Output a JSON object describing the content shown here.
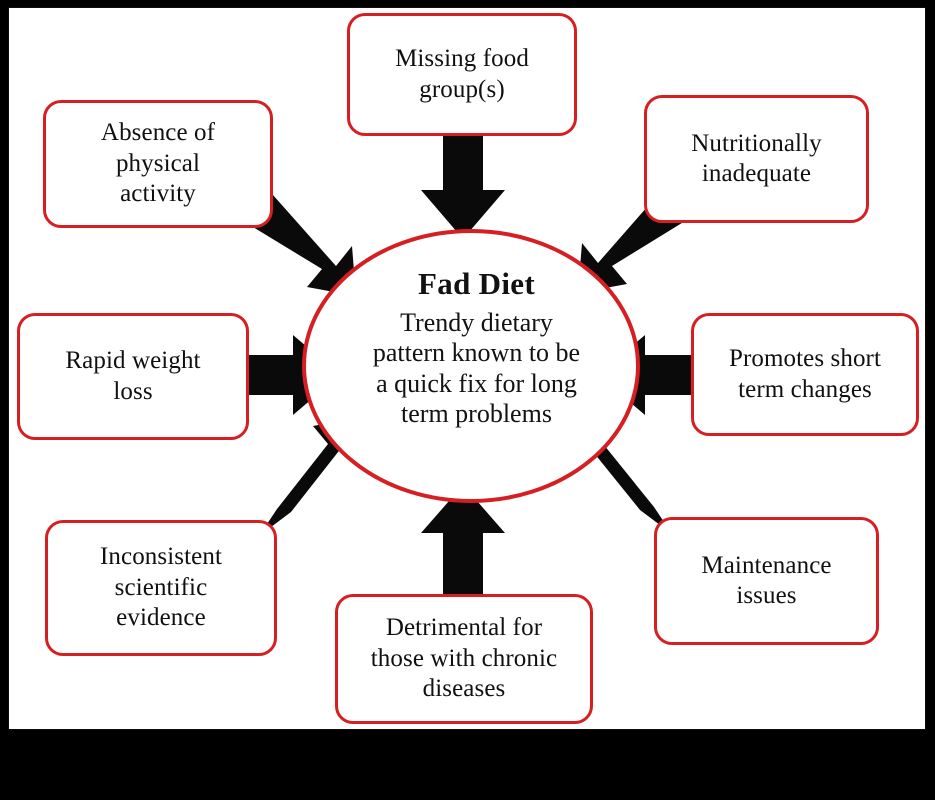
{
  "figure": {
    "type": "hub-and-spoke-diagram",
    "frame_color": "#000000",
    "plate_color": "#ffffff",
    "accent_color": "#d61f22",
    "arrow_color": "#000000",
    "text_color": "#101010"
  },
  "center": {
    "shape": "ellipse",
    "title": "Fad Diet",
    "description": "Trendy dietary\npattern known to be\na quick fix for long\nterm problems"
  },
  "nodes": [
    {
      "id": "missing-food-group",
      "label": "Missing food\ngroup(s)",
      "position": "top-center",
      "arrow": "down"
    },
    {
      "id": "absence-activity",
      "label": "Absence of\nphysical\nactivity",
      "position": "top-left",
      "arrow": "down-right"
    },
    {
      "id": "nutritionally-inad",
      "label": "Nutritionally\ninadequate",
      "position": "top-right",
      "arrow": "down-left"
    },
    {
      "id": "rapid-weight-loss",
      "label": "Rapid weight\nloss",
      "position": "middle-left",
      "arrow": "right"
    },
    {
      "id": "promotes-short-term",
      "label": "Promotes short\nterm changes",
      "position": "middle-right",
      "arrow": "left"
    },
    {
      "id": "inconsistent-evid",
      "label": "Inconsistent\nscientific\nevidence",
      "position": "bottom-left",
      "arrow": "up-right"
    },
    {
      "id": "detrimental-chronic",
      "label": "Detrimental for\nthose with chronic\ndiseases",
      "position": "bottom-center",
      "arrow": "up"
    },
    {
      "id": "maintenance-issues",
      "label": "Maintenance\nissues",
      "position": "bottom-right",
      "arrow": "up-left"
    }
  ]
}
